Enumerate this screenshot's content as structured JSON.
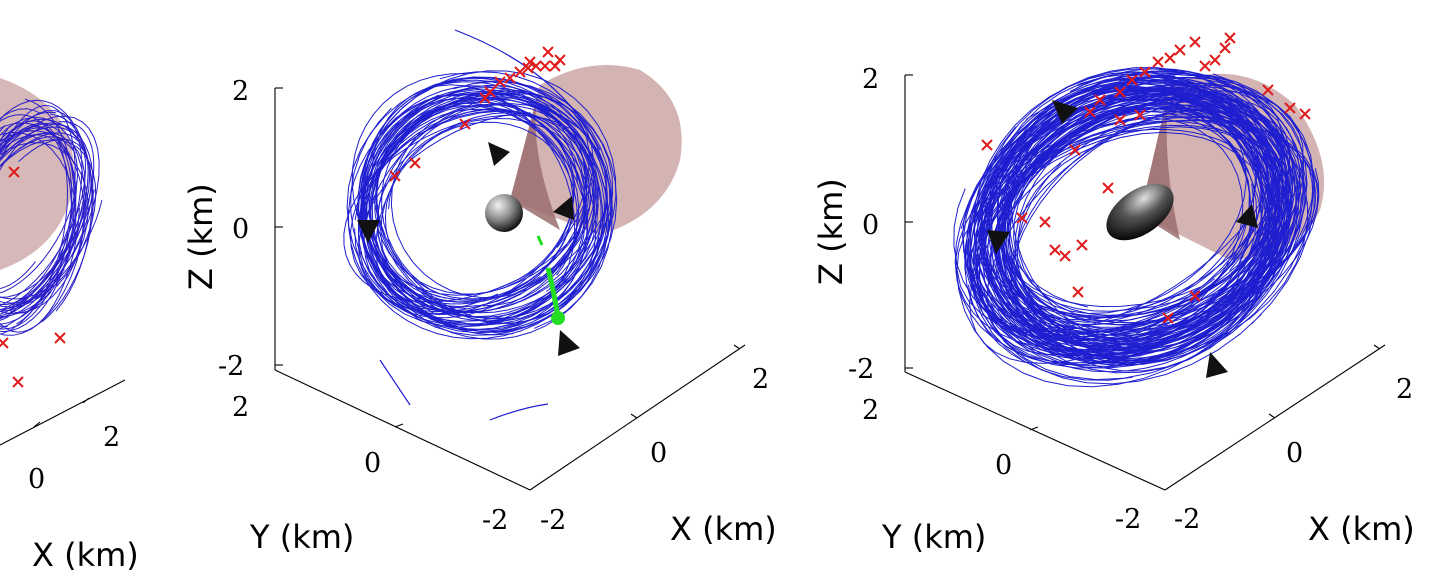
{
  "chart_data": [
    {
      "type": "3d-trajectory",
      "panel": "left (cropped)",
      "xlabel": "X (km)",
      "ylabel": "",
      "zlabel": "",
      "x_ticks": [
        "0",
        "2"
      ],
      "y_ticks": [],
      "z_ticks": [],
      "markers": {
        "impact_sites": "red x",
        "arrows": "black"
      },
      "colors": {
        "trajectories": "#1f1fd0",
        "cone": "#c9a0a0",
        "impacts": "#e01a1a"
      }
    },
    {
      "type": "3d-trajectory",
      "panel": "middle",
      "xlabel": "X (km)",
      "ylabel": "Y (km)",
      "zlabel": "Z (km)",
      "x_ticks": [
        "-2",
        "0",
        "2"
      ],
      "y_ticks": [
        "-2",
        "0",
        "2"
      ],
      "z_ticks": [
        "-2",
        "0",
        "2"
      ],
      "xlim": [
        -2,
        2
      ],
      "ylim": [
        -2,
        2
      ],
      "zlim": [
        -2,
        2
      ],
      "markers": {
        "impact_sites": "red x",
        "arrows": "black",
        "highlight_path": "green"
      },
      "colors": {
        "trajectories": "#1f1fd0",
        "cone": "#c9a0a0",
        "impacts": "#e01a1a",
        "highlight": "#22dd22",
        "body": "#888888"
      }
    },
    {
      "type": "3d-trajectory",
      "panel": "right",
      "xlabel": "X (km)",
      "ylabel": "Y (km)",
      "zlabel": "Z (km)",
      "x_ticks": [
        "-2",
        "0",
        "2"
      ],
      "y_ticks": [
        "-2",
        "0",
        "2"
      ],
      "z_ticks": [
        "-2",
        "0",
        "2"
      ],
      "xlim": [
        -2,
        2
      ],
      "ylim": [
        -2,
        2
      ],
      "zlim": [
        -2,
        2
      ],
      "markers": {
        "impact_sites": "red x",
        "arrows": "black"
      },
      "colors": {
        "trajectories": "#1f1fd0",
        "cone": "#c9a0a0",
        "impacts": "#e01a1a",
        "body": "#555555"
      }
    }
  ]
}
